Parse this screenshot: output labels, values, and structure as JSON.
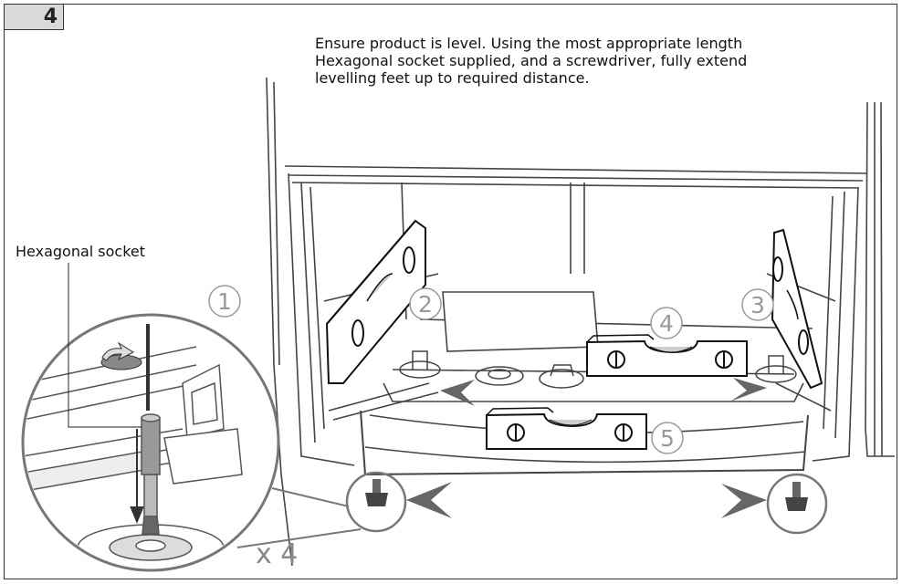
{
  "step": {
    "number": "4"
  },
  "instruction": {
    "lines": [
      "Ensure product is level. Using the most appropriate length",
      "Hexagonal socket supplied, and a screwdriver, fully extend",
      "levelling feet up to required distance."
    ]
  },
  "callouts": {
    "hexagonal_socket": "Hexagonal socket",
    "quantity": "x 4",
    "markers": [
      "1",
      "2",
      "3",
      "4",
      "5"
    ]
  },
  "icons": [
    "rotate-icon",
    "arrow-left-icon",
    "arrow-right-icon",
    "spirit-level-icon",
    "levelling-foot-icon"
  ]
}
